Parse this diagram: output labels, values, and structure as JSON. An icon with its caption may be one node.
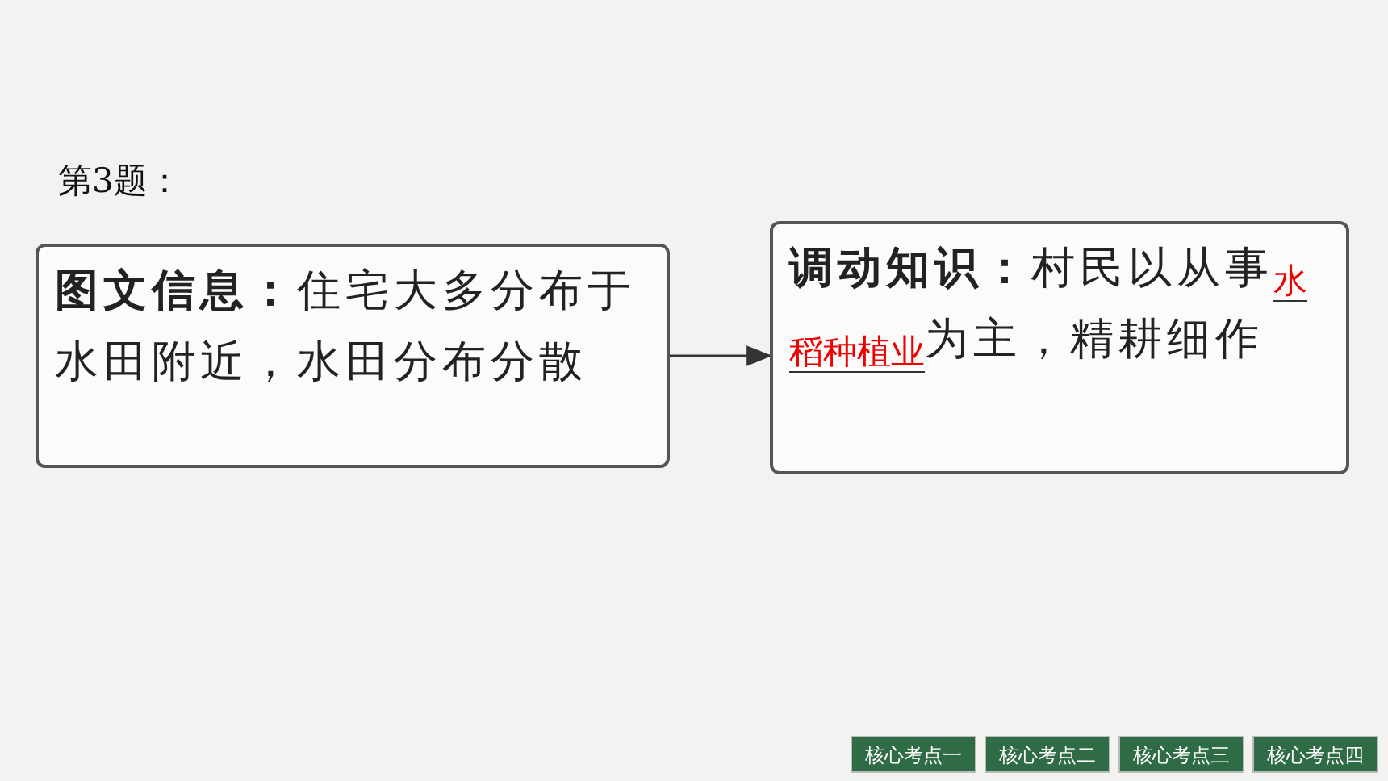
{
  "diagram": {
    "title": "第3题：",
    "nodes": [
      {
        "text": [
          "**图文信息：**住宅大多分布于水田附近，水田分布分散"
        ]
      },
      {
        "text": [
          "**调动知识：**村民以从事",
          "水稻种植业",
          "为主，精耕细作"
        ]
      }
    ],
    "edges": [
      {
        "from": 0,
        "to": 1,
        "arrow": "to"
      }
    ],
    "labels": [
      "核心考点一",
      "核心考点二",
      "核心考点三",
      "核心考点四"
    ]
  }
}
